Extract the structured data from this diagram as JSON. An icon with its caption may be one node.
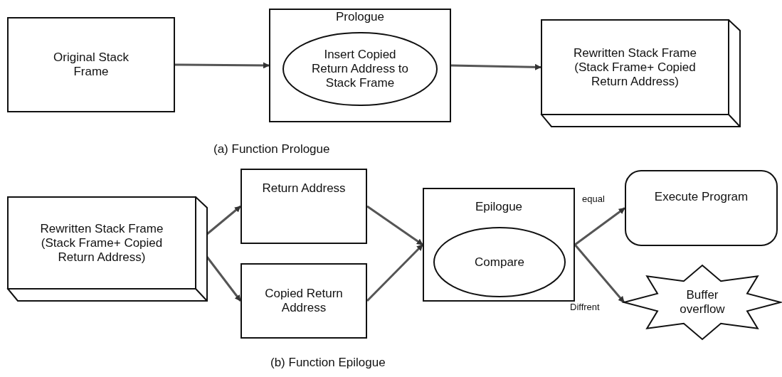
{
  "diagram": {
    "nodes": [
      {
        "text": [
          "Original Stack Frame"
        ]
      },
      {
        "text": [
          "Prologue"
        ]
      },
      {
        "text": [
          "Insert Copied Return Address to Stack Frame"
        ],
        "in": 1
      },
      {
        "text": [
          "Rewritten Stack Frame (Stack Frame+ Copied Return Address)"
        ]
      },
      {
        "text": [
          "Rewritten Stack Frame (Stack Frame+ Copied Return Address)"
        ]
      },
      {
        "text": [
          "Return Address"
        ]
      },
      {
        "text": [
          "Copied Return Address"
        ]
      },
      {
        "text": [
          "Epilogue"
        ]
      },
      {
        "text": [
          "Compare"
        ],
        "in": 7
      },
      {
        "text": [
          "Execute Program"
        ]
      },
      {
        "text": [
          "Buffer overflow"
        ]
      }
    ],
    "edges": [
      {
        "from": 0,
        "to": 1,
        "arrow": "to"
      },
      {
        "from": 1,
        "to": 3,
        "arrow": "to"
      },
      {
        "from": 4,
        "to": 5,
        "arrow": "to"
      },
      {
        "from": 4,
        "to": 6,
        "arrow": "to"
      },
      {
        "from": 5,
        "to": 7,
        "arrow": "to"
      },
      {
        "from": 6,
        "to": 7,
        "arrow": "to"
      },
      {
        "from": 7,
        "to": 9,
        "label": "equal",
        "arrow": "to"
      },
      {
        "from": 7,
        "to": 10,
        "label": "Diffrent",
        "arrow": "to"
      }
    ],
    "labels": [
      "(a) Function Prologue",
      "(b) Function Epilogue"
    ]
  }
}
